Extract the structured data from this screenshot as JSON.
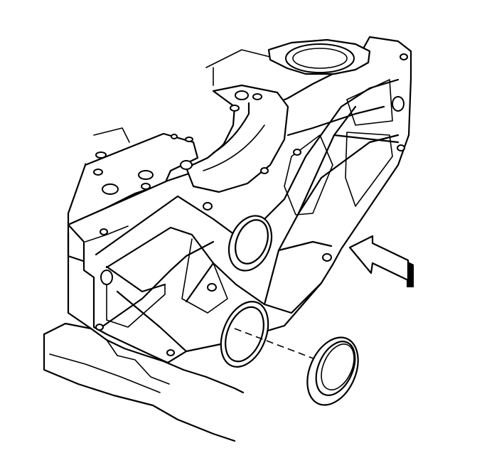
{
  "diagram": {
    "kind": "exploded-view line illustration",
    "parts": [
      "engine-block-front-cover",
      "crankshaft-bore-seal-ring",
      "front-crankshaft-seal"
    ],
    "callouts": [
      {
        "icon": "direction-arrow-icon",
        "points": "left"
      }
    ],
    "colors": {
      "line": "#000000",
      "background": "#ffffff"
    }
  }
}
